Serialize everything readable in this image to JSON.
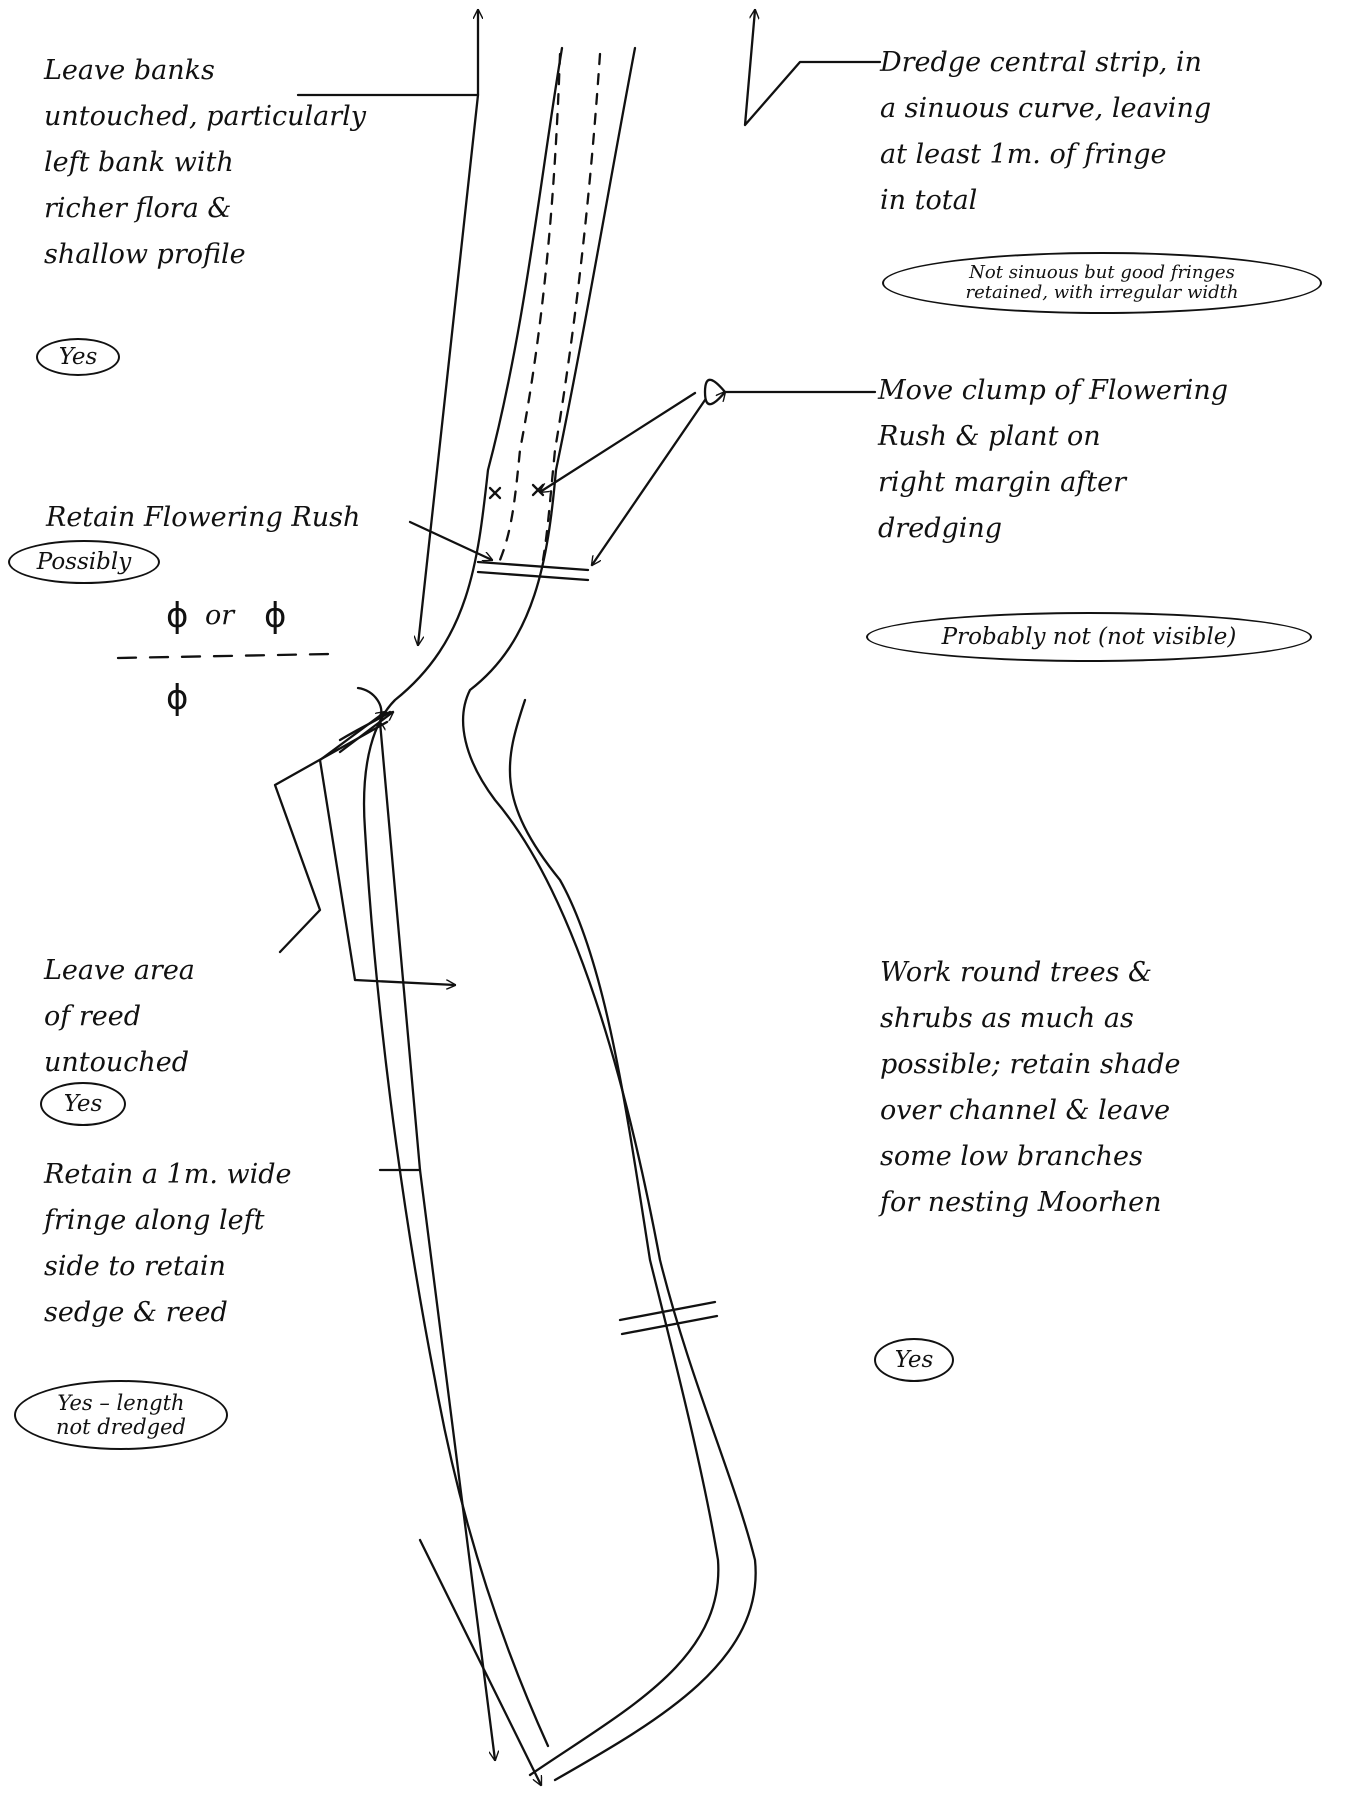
{
  "notes": {
    "banks": {
      "lines": [
        "Leave banks",
        "untouched, particularly",
        "left bank with",
        "richer flora &",
        "shallow profile"
      ],
      "verdict": "Yes"
    },
    "dredge": {
      "lines": [
        "Dredge central strip, in",
        "a sinuous curve, leaving",
        "at least 1m. of fringe",
        "in total"
      ],
      "verdict_lines": [
        "Not sinuous but good fringes",
        "retained, with irregular width"
      ]
    },
    "clump": {
      "lines": [
        "Move clump of Flowering",
        "Rush & plant on",
        "right margin after",
        "dredging"
      ],
      "verdict": "Probably not (not visible)"
    },
    "retain_rush": {
      "lines": [
        "Retain Flowering Rush"
      ],
      "verdict": "Possibly"
    },
    "reed_area": {
      "lines": [
        "Leave area",
        "of reed",
        "untouched"
      ],
      "verdict": "Yes"
    },
    "fringe": {
      "lines": [
        "Retain a 1m. wide",
        "fringe along left",
        "side to retain",
        "sedge & reed"
      ],
      "verdict_lines": [
        "Yes – length",
        "not dredged"
      ]
    },
    "trees": {
      "lines": [
        "Work round trees &",
        "shrubs as much as",
        "possible; retain shade",
        "over channel & leave",
        "some low branches",
        "for nesting Moorhen"
      ],
      "verdict": "Yes"
    }
  },
  "symbols": {
    "top_left": "ɸ",
    "or": "or",
    "top_right": "ɸ",
    "bottom": "ɸ"
  }
}
